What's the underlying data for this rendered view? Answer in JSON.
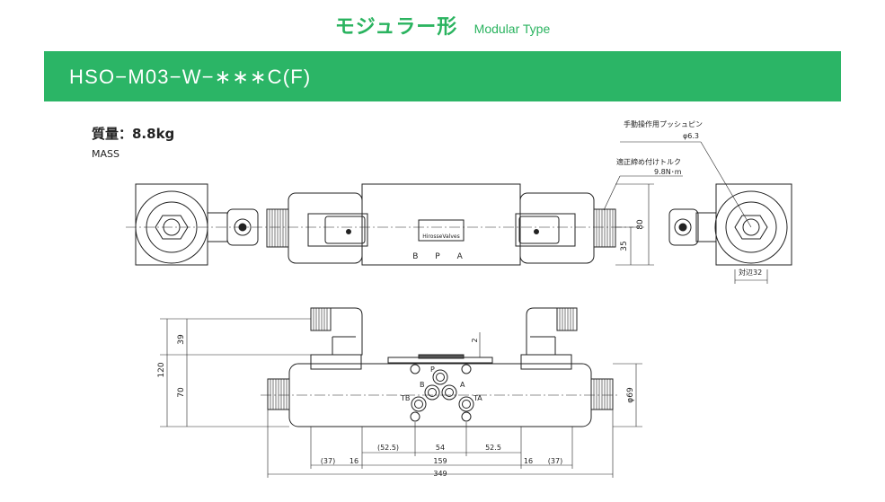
{
  "header": {
    "title_jp": "モジュラー形",
    "title_en": "Modular Type"
  },
  "banner": {
    "model": "HSO−M03−W−∗∗∗C(F)"
  },
  "mass": {
    "label_jp": "質量：8.8kg",
    "label_en": "MASS"
  },
  "top_view": {
    "nameplate": "HirosseValves",
    "port_labels": "B P A",
    "manual_pin_label": "手動操作用プッシュピン",
    "manual_pin_dim": "φ6.3",
    "torque_label": "適正締め付けトルク",
    "torque_value": "9.8N･m",
    "dim_80": "80",
    "dim_35": "35",
    "across_flats": "対辺32"
  },
  "front_view": {
    "dim_39": "39",
    "dim_120": "120",
    "dim_70": "70",
    "dim_2": "2",
    "dim_phi69": "φ69",
    "port_P": "P",
    "port_A": "A",
    "port_B": "B",
    "port_TA": "TA",
    "port_TB": "TB",
    "dim_52_5_left": "(52.5)",
    "dim_54": "54",
    "dim_52_5_right": "52.5",
    "dim_37_left": "(37)",
    "dim_16_left": "16",
    "dim_159": "159",
    "dim_16_right": "16",
    "dim_37_right": "(37)",
    "dim_349": "349"
  }
}
